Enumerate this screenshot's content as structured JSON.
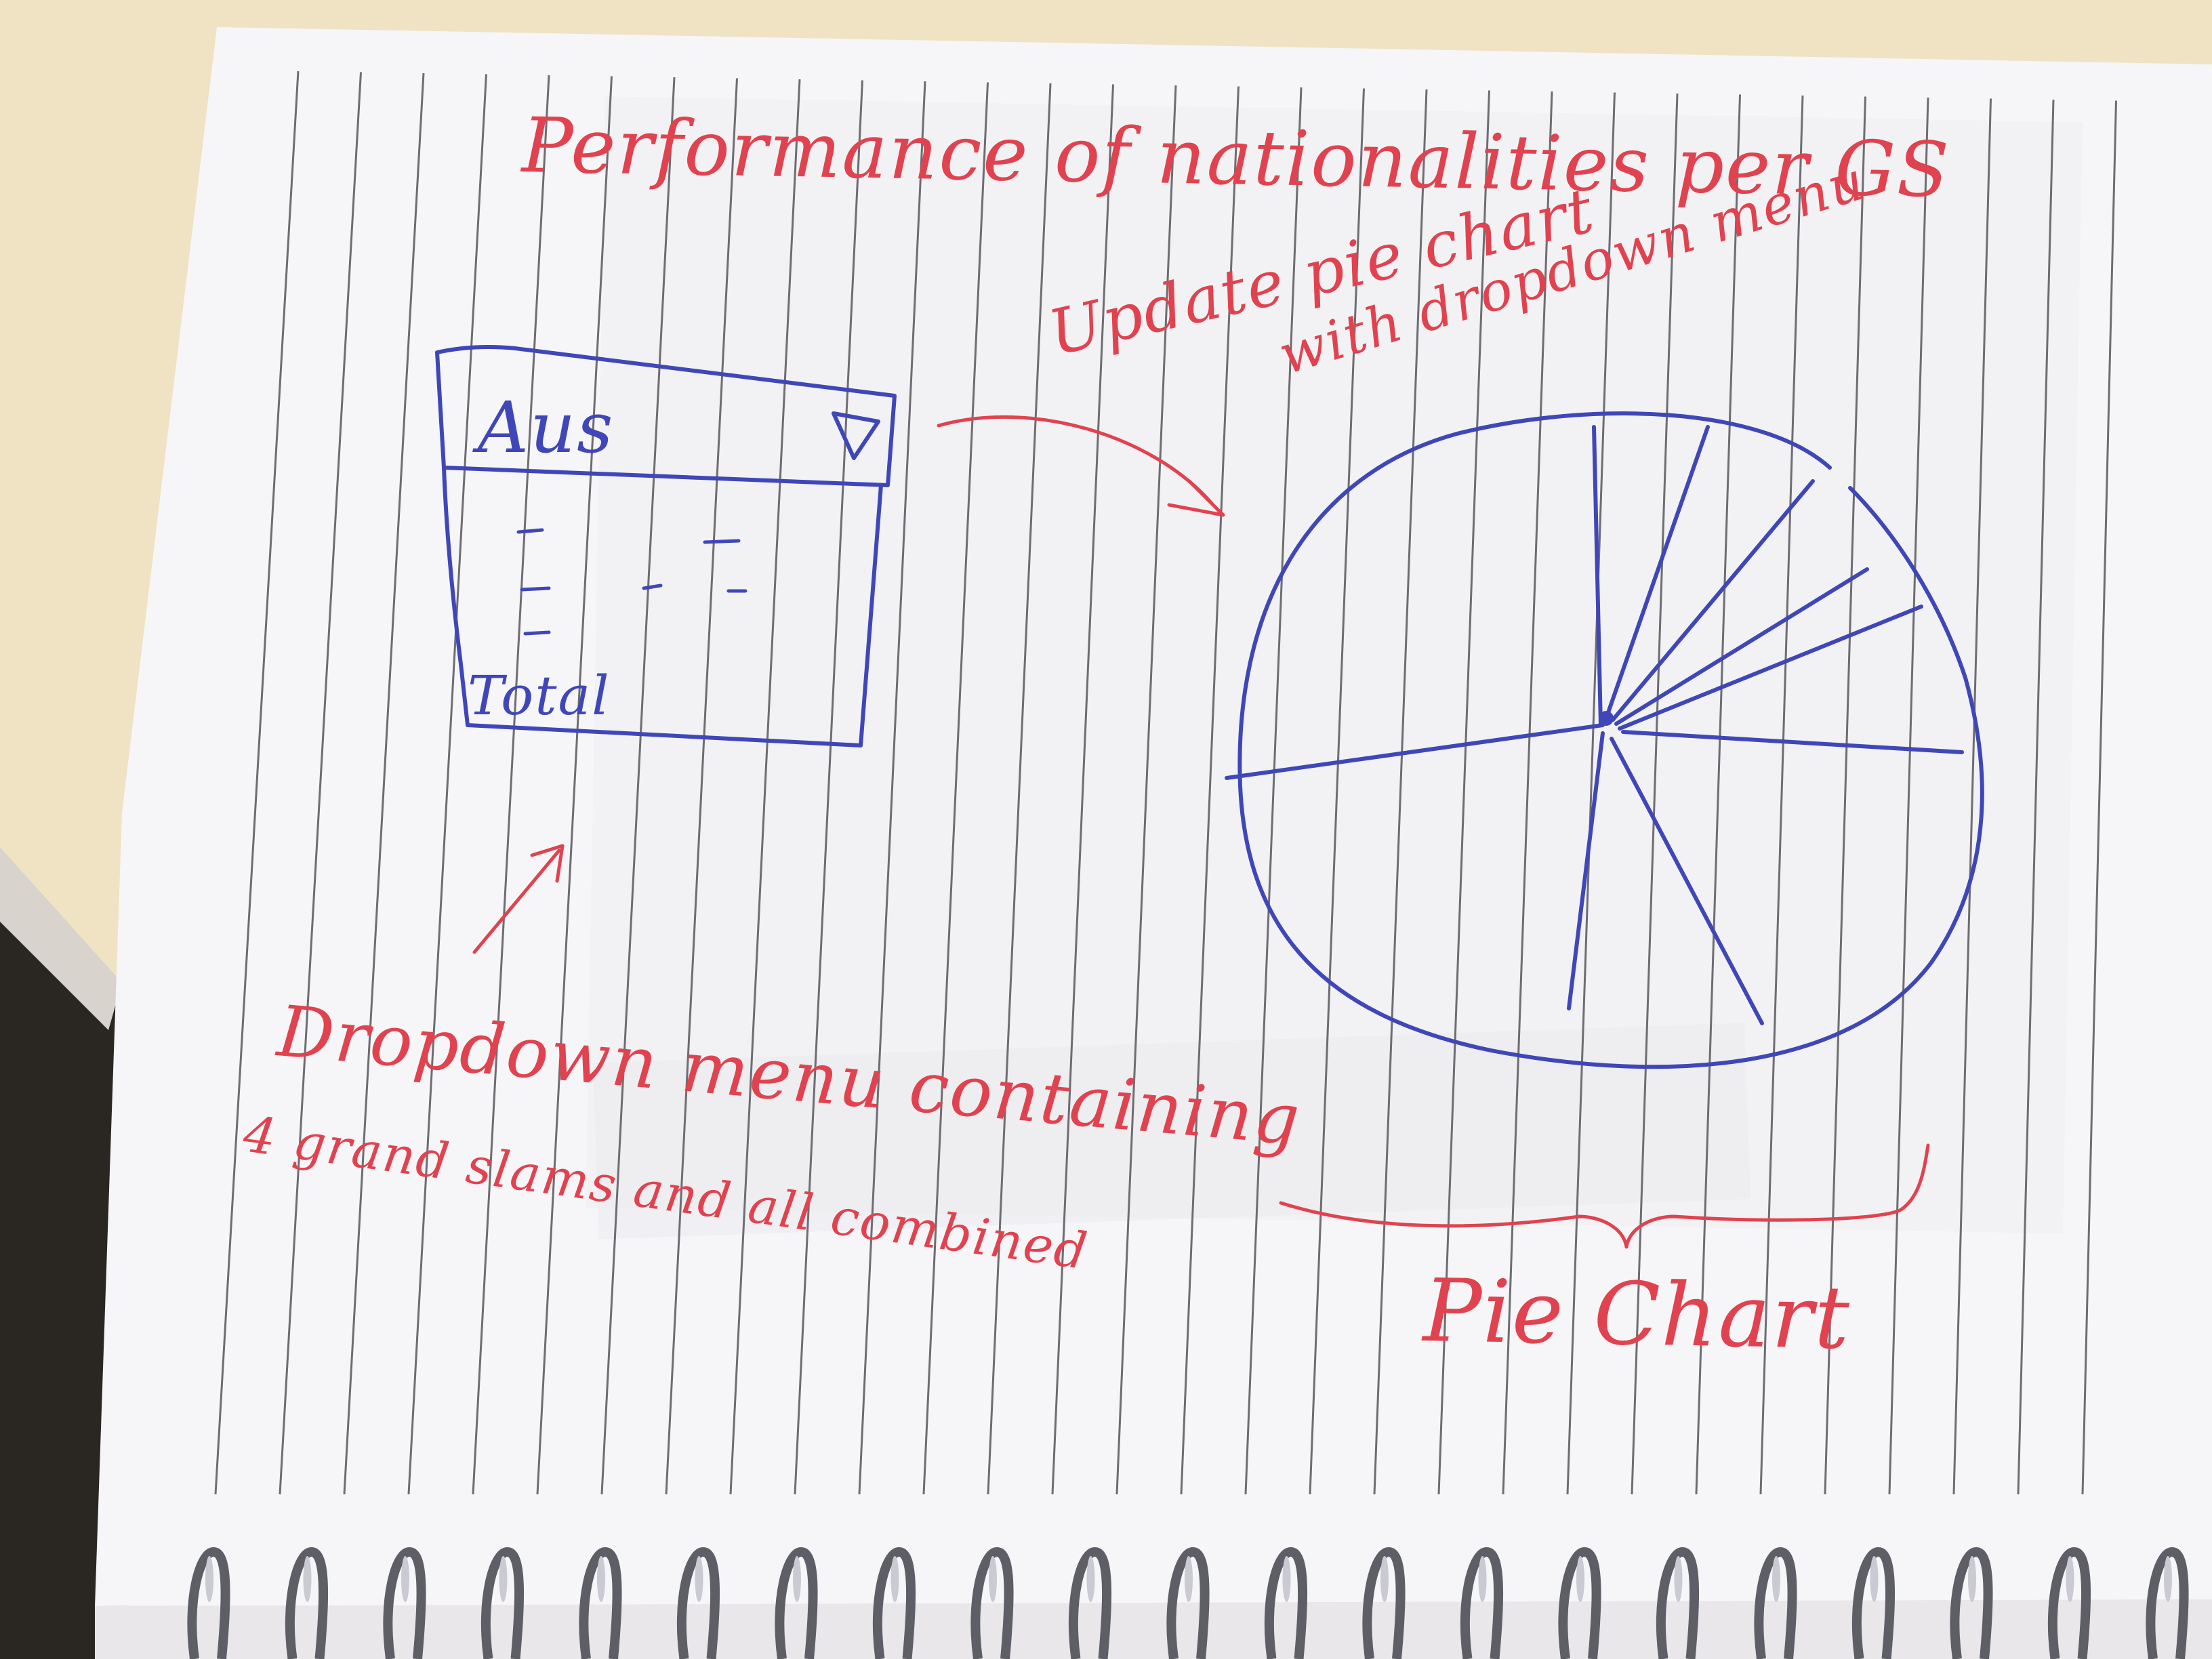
{
  "title": "Performance of nationalities per GS",
  "dropdown": {
    "selected": "Aus",
    "last_option": "Total"
  },
  "annotations": {
    "update_line1": "Update pie chart",
    "update_line2": "with dropdown menu",
    "dropdown_line1": "Dropdown menu containing",
    "dropdown_line2": "4 grand slams and all combined",
    "pie_label": "Pie Chart"
  },
  "colors": {
    "red_ink": "#e0434f",
    "blue_ink": "#3f47b8",
    "paper": "#f7f6f8",
    "rule_line": "#6d6d72",
    "desk": "#efe3c4"
  }
}
